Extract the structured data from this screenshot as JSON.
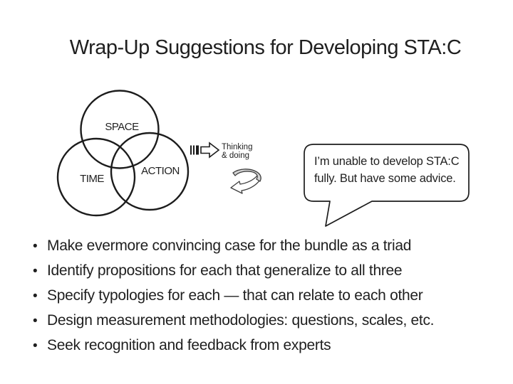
{
  "colors": {
    "background": "#ffffff",
    "text": "#1f1f1f",
    "outline": "#1c1c1c",
    "arrow_fill": "#d4d4d4",
    "arrow_stroke": "#3d3d3d"
  },
  "title": "Wrap-Up Suggestions for Developing STA:C",
  "venn": {
    "space_label": "SPACE",
    "time_label": "TIME",
    "action_label": "ACTION"
  },
  "process": {
    "label_line1": "Thinking",
    "label_line2": "& doing"
  },
  "bubble": {
    "line1": "I’m unable to develop STA:C",
    "line2": "fully. But have some advice."
  },
  "bullets": [
    {
      "marker": "•",
      "text": "Make evermore convincing case for the bundle as a triad"
    },
    {
      "marker": "•",
      "text": "Identify propositions for each that generalize to all three"
    },
    {
      "marker": "•",
      "text": "Specify typologies for each — that can relate to each other"
    },
    {
      "marker": "•",
      "text": "Design measurement methodologies: questions, scales, etc."
    },
    {
      "marker": "•",
      "text": "Seek recognition and feedback from experts"
    }
  ],
  "icons": {
    "striped_right_arrow": "block arrow pointing right with striped tail",
    "curved_loop_arrow": "gray curved ribbon arrow looping back to the left"
  }
}
